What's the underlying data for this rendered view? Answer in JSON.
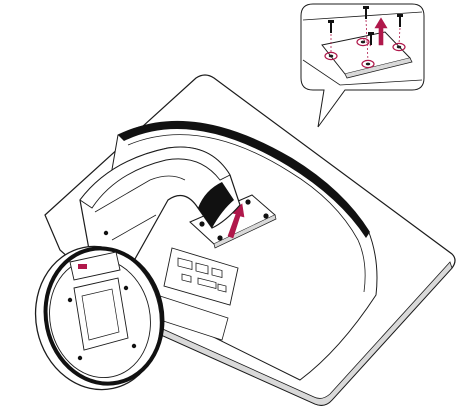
{
  "diagram": {
    "colors": {
      "line": "#1c1c1c",
      "dark": "#111111",
      "accent": "#b0184b",
      "fill": "#ffffff",
      "shade": "#d9d9d9"
    },
    "callout": {
      "screws": 4,
      "highlighted_holes": 4,
      "arrow_direction": "up"
    },
    "main": {
      "arrow_direction": "up",
      "stand_bolt_marks": 4
    }
  }
}
